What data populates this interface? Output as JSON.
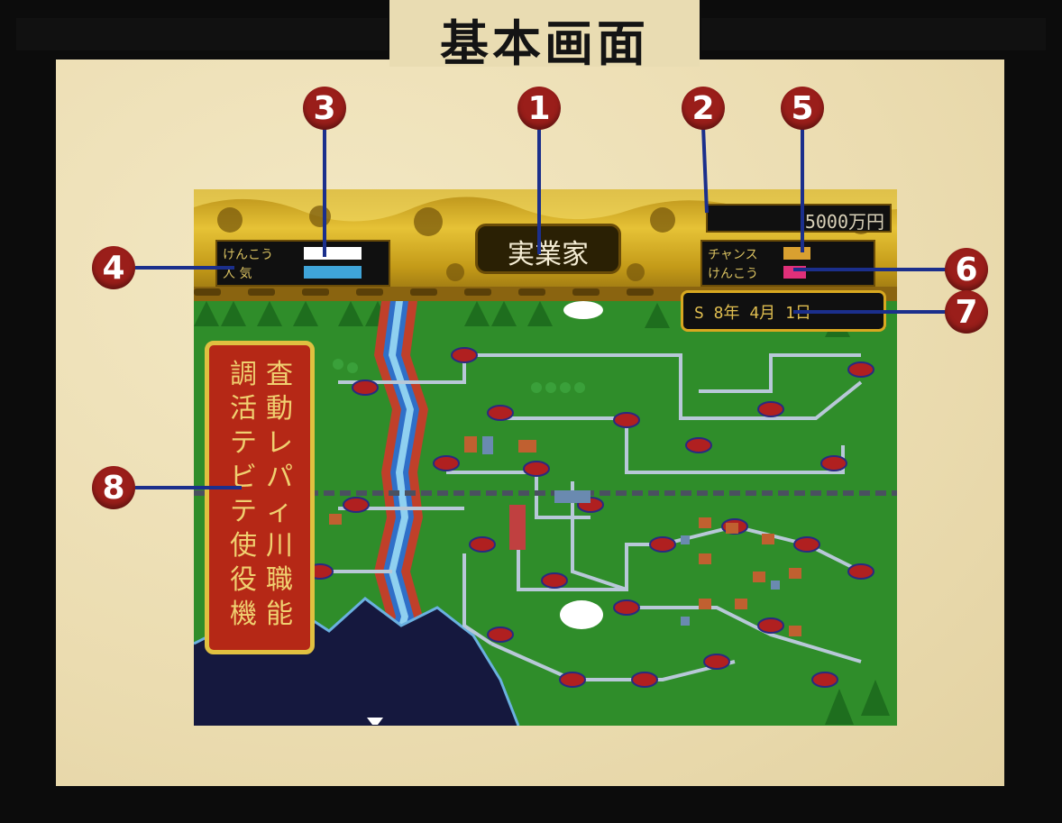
{
  "page": {
    "title": "基本画面"
  },
  "hud": {
    "job_title": "実業家",
    "money": "5000万円",
    "left_labels": [
      "けんこう",
      "人 気"
    ],
    "right_labels": [
      "チャンス",
      "けんこう"
    ],
    "date": "S 8年 4月 1日"
  },
  "menu": {
    "items": [
      "調",
      "査",
      "活",
      "動",
      "テ",
      "レ",
      "ビ",
      "パ",
      "テ",
      "ィ",
      "使",
      "川",
      "役",
      "職",
      "機",
      "能"
    ]
  },
  "callouts": [
    "1",
    "2",
    "3",
    "4",
    "5",
    "6",
    "7",
    "8"
  ],
  "colors": {
    "frame": "#0c0c0c",
    "paper": "#ebdcb0",
    "callout": "#9a1e1a",
    "leader": "#1b2f8c",
    "map_green": "#2f8d2a",
    "menu_red": "#b52816",
    "gold": "#e6c236"
  },
  "gauges": {
    "left_top": {
      "fill": 1.0,
      "color": "#ffffff"
    },
    "left_bottom": {
      "fill": 1.0,
      "color": "#3fa4d8"
    },
    "right_top": {
      "fill": 0.5,
      "color": "#d9a030"
    },
    "right_bottom": {
      "fill": 0.42,
      "color": "#e0307a"
    }
  }
}
